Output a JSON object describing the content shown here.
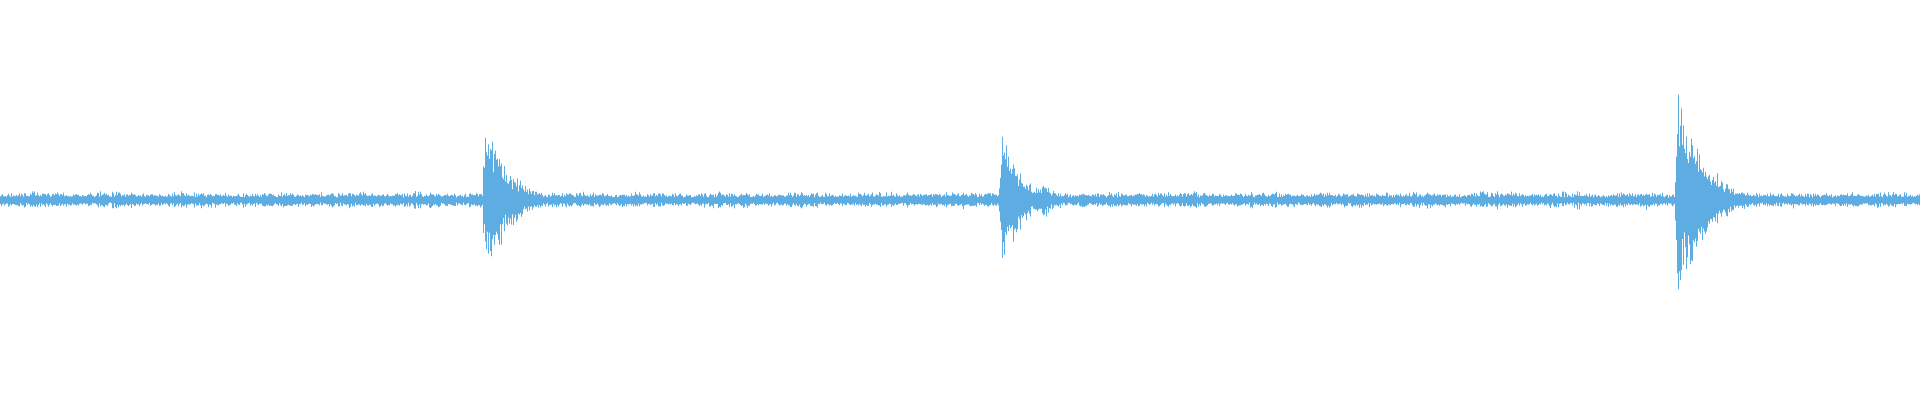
{
  "waveform": {
    "color": "#5dade2",
    "background": "#ffffff",
    "baseline_amplitude": 0.02,
    "noise_amplitude": 0.06,
    "transients": [
      {
        "position": 0.2525,
        "peak": 0.46,
        "decay": 0.012
      },
      {
        "position": 0.5215,
        "peak": 0.4,
        "decay": 0.01
      },
      {
        "position": 0.543,
        "peak": 0.12,
        "decay": 0.006
      },
      {
        "position": 0.8735,
        "peak": 0.6,
        "decay": 0.014
      }
    ]
  }
}
